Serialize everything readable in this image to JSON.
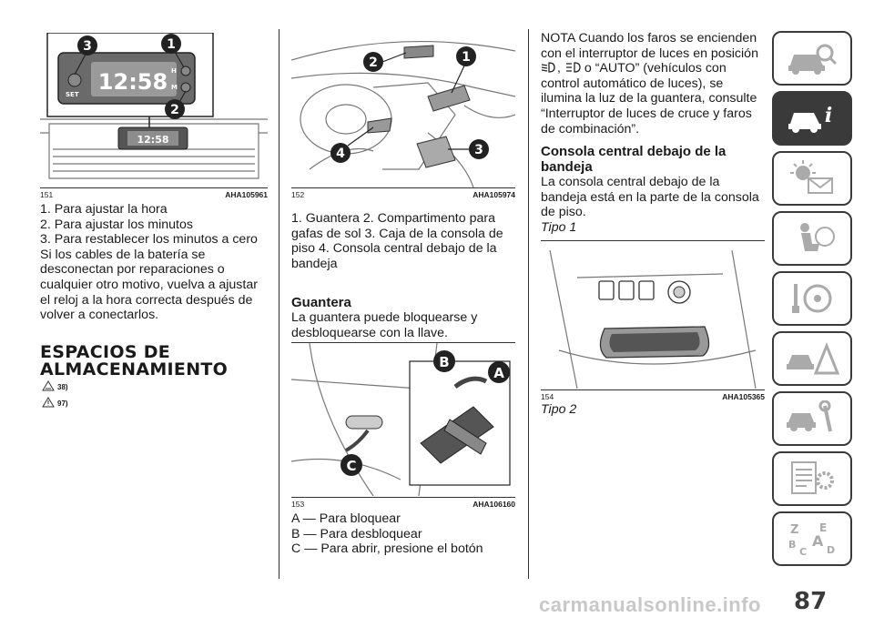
{
  "figures": {
    "fig151": {
      "number": "151",
      "code": "AHA105961",
      "clock_time": "12:58",
      "set_label": "SET",
      "h_label": "H",
      "m_label": "M",
      "callouts": [
        "3",
        "1",
        "2"
      ]
    },
    "fig152": {
      "number": "152",
      "code": "AHA105974",
      "callouts": [
        "2",
        "1",
        "4",
        "3"
      ]
    },
    "fig153": {
      "number": "153",
      "code": "AHA106160",
      "callouts": [
        "B",
        "A",
        "C"
      ]
    },
    "fig154": {
      "number": "154",
      "code": "AHA105365"
    }
  },
  "column1": {
    "list": [
      "1. Para ajustar la hora",
      "2. Para ajustar los minutos",
      "3. Para restablecer los minutos a cero"
    ],
    "paragraph": [
      "Si los cables de la batería se",
      "desconectan por reparaciones o",
      "cualquier otro motivo, vuelva a ajustar",
      "el reloj a la hora correcta después de",
      "volver a conectarlos."
    ],
    "heading": [
      "ESPACIOS DE",
      "ALMACENAMIENTO"
    ],
    "warning_refs": [
      "38)",
      "97)"
    ]
  },
  "column2": {
    "legend": [
      "1. Guantera 2. Compartimento para",
      "gafas de sol 3. Caja de la consola de",
      "piso 4. Consola central debajo de la",
      "bandeja"
    ],
    "subheading": "Guantera",
    "paragraph": [
      "La guantera puede bloquearse y",
      "desbloquearse con la llave."
    ],
    "legend2": [
      "A — Para bloquear",
      "B — Para desbloquear",
      "C — Para abrir, presione el botón"
    ]
  },
  "column3": {
    "note_line1": "NOTA Cuando los faros se encienden",
    "note_line2": "con el interruptor de luces en posición",
    "note_line3_mid": ",",
    "note_line3_end": "o “AUTO” (vehículos con",
    "note_rest": [
      "control automático de luces), se",
      "ilumina la luz de la guantera, consulte",
      "“Interruptor de luces de cruce y faros",
      "de combinación”."
    ],
    "subheading": [
      "Consola central debajo de la",
      "bandeja"
    ],
    "paragraph": [
      "La consola central debajo de la",
      "bandeja está en la parte de la consola",
      "de piso."
    ],
    "tipo1": "Tipo 1",
    "tipo2": "Tipo 2"
  },
  "sidebar": {
    "tabs": [
      "car-search-icon",
      "car-info-icon",
      "warning-light-mail-icon",
      "airbag-seat-icon",
      "key-steering-icon",
      "car-warning-triangle-icon",
      "car-wrench-icon",
      "document-gear-icon",
      "alphabet-index-icon"
    ],
    "active_index": 1
  },
  "page_number": "87",
  "watermark": "carmanualsonline.info"
}
